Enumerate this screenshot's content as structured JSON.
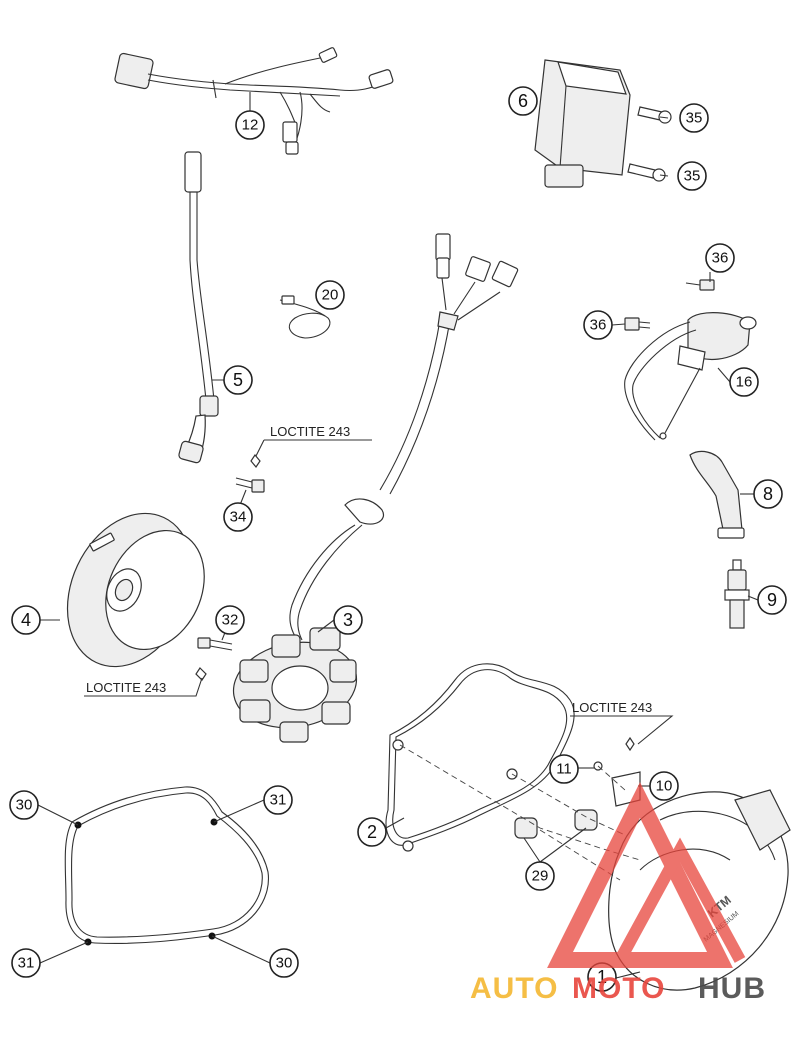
{
  "diagram": {
    "callouts": [
      {
        "id": "c1",
        "label": "1"
      },
      {
        "id": "c2",
        "label": "2"
      },
      {
        "id": "c3",
        "label": "3"
      },
      {
        "id": "c4",
        "label": "4"
      },
      {
        "id": "c5",
        "label": "5"
      },
      {
        "id": "c6",
        "label": "6"
      },
      {
        "id": "c8",
        "label": "8"
      },
      {
        "id": "c9",
        "label": "9"
      },
      {
        "id": "c10",
        "label": "10"
      },
      {
        "id": "c11",
        "label": "11"
      },
      {
        "id": "c12",
        "label": "12"
      },
      {
        "id": "c16",
        "label": "16"
      },
      {
        "id": "c20",
        "label": "20"
      },
      {
        "id": "c29",
        "label": "29"
      },
      {
        "id": "c30a",
        "label": "30"
      },
      {
        "id": "c30b",
        "label": "30"
      },
      {
        "id": "c31a",
        "label": "31"
      },
      {
        "id": "c31b",
        "label": "31"
      },
      {
        "id": "c32",
        "label": "32"
      },
      {
        "id": "c34",
        "label": "34"
      },
      {
        "id": "c35a",
        "label": "35"
      },
      {
        "id": "c35b",
        "label": "35"
      },
      {
        "id": "c36a",
        "label": "36"
      },
      {
        "id": "c36b",
        "label": "36"
      }
    ],
    "notes": [
      {
        "id": "n1",
        "text": "LOCTITE 243"
      },
      {
        "id": "n2",
        "text": "LOCTITE 243"
      },
      {
        "id": "n3",
        "text": "LOCTITE 243"
      }
    ]
  },
  "cover_text": {
    "line1": "KTM",
    "line2": "MAGNESIUM"
  },
  "watermark": {
    "part1": "AUTO",
    "part2": "MOTO",
    "part3": "HUB",
    "colors": {
      "auto": "#f5b731",
      "moto": "#e8453c",
      "hub": "#4a4a4a",
      "logo": "#e8453c"
    }
  }
}
